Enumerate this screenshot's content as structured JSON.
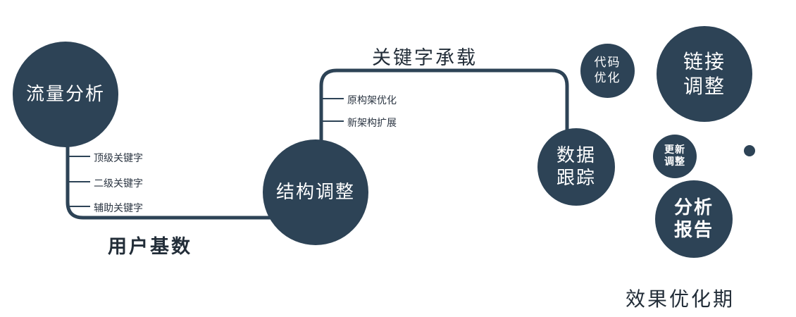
{
  "colors": {
    "primary": "#2d4356",
    "text_dark": "#222d38",
    "text_light": "#ffffff"
  },
  "nodes": {
    "traffic": {
      "label": "流量分析"
    },
    "structure": {
      "label": "结构调整"
    },
    "tracking": {
      "lines": [
        "数据",
        "跟踪"
      ]
    },
    "code": {
      "lines": [
        "代码",
        "优化"
      ]
    },
    "link": {
      "lines": [
        "链接",
        "调整"
      ]
    },
    "update": {
      "lines": [
        "更新",
        "调整"
      ]
    },
    "report": {
      "lines": [
        "分析",
        "报告"
      ]
    }
  },
  "edge_labels": {
    "keyword_carry": "关键字承载",
    "user_base": "用户基数"
  },
  "branches": {
    "traffic": [
      "顶级关键字",
      "二级关键字",
      "辅助关键字"
    ],
    "structure": [
      "原构架优化",
      "新架构扩展"
    ]
  },
  "footer": {
    "label": "效果优化期"
  }
}
